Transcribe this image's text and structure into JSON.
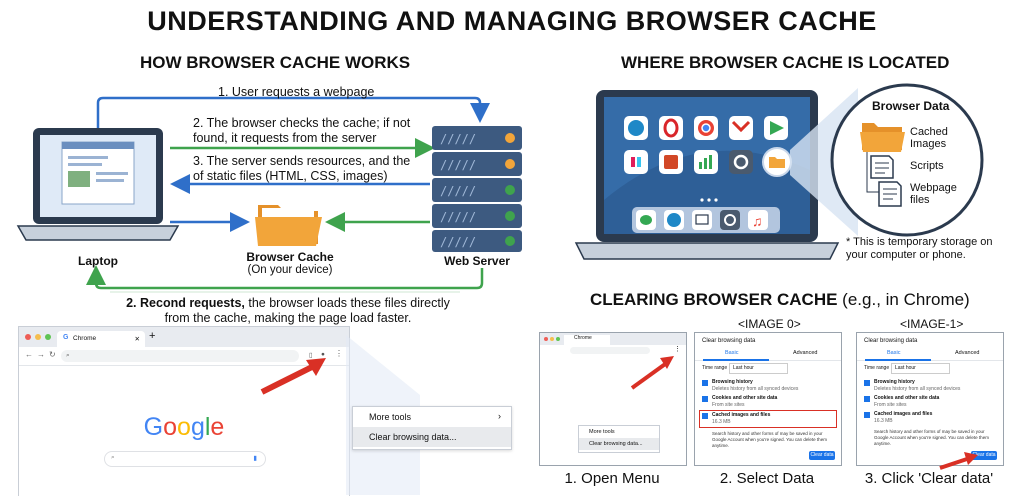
{
  "title": "UNDERSTANDING AND MANAGING BROWSER CACHE",
  "how": {
    "heading": "HOW BROWSER CACHE WORKS",
    "step1": "1. User requests a webpage",
    "step2": "2. The browser checks the cache; if not found, it requests from the server",
    "step3": "3. The server sends resources, and the of static files (HTML, CSS, images)",
    "laptop_label": "Laptop",
    "server_label": "Web Server",
    "cache_label": "Browser Cache",
    "cache_sub": "(On your device)",
    "step4_bold": "2. Recond requests,",
    "step4_rest": " the browser loads these files directly from the cache, making the page load faster."
  },
  "where": {
    "heading": "WHERE BROWSER CACHE IS LOCATED",
    "panel_title": "Browser Data",
    "items": [
      "Cached Images",
      "Scripts",
      "Webpage files"
    ],
    "note": "* This is temporary storage on your computer or phone."
  },
  "clearing": {
    "heading_bold": "CLEARING BROWSER CACHE",
    "heading_rest": " (e.g., in Chrome)",
    "image0": "<IMAGE 0>",
    "image1": "<IMAGE-1>",
    "captions": [
      "1. Open Menu",
      "2. Select Data",
      "3. Click 'Clear data'"
    ]
  },
  "browser": {
    "tab_label": "Chrome",
    "google": "Google",
    "menu_items": [
      "More tools",
      "Clear browsing data..."
    ]
  },
  "dialog": {
    "title": "Clear browsing data",
    "tabs": [
      "Basic",
      "Advanced"
    ],
    "time_range_label": "Time range",
    "time_range_value": "Last hour",
    "options": [
      {
        "title": "Browsing history",
        "desc": "Deletes history from all synced devices"
      },
      {
        "title": "Cookies and other site data",
        "desc": "From site sites"
      },
      {
        "title": "Cached images and files",
        "desc": "16.3 MB"
      }
    ],
    "footer": "Search history and other forms of may be saved in your Google Account when you're signed. You can delete them anytime.",
    "button": "Clear data"
  },
  "colors": {
    "blue": "#2f6fc9",
    "green": "#3fa34d",
    "folder": "#f2a53a",
    "server": "#3d5a80",
    "red": "#d93025"
  }
}
